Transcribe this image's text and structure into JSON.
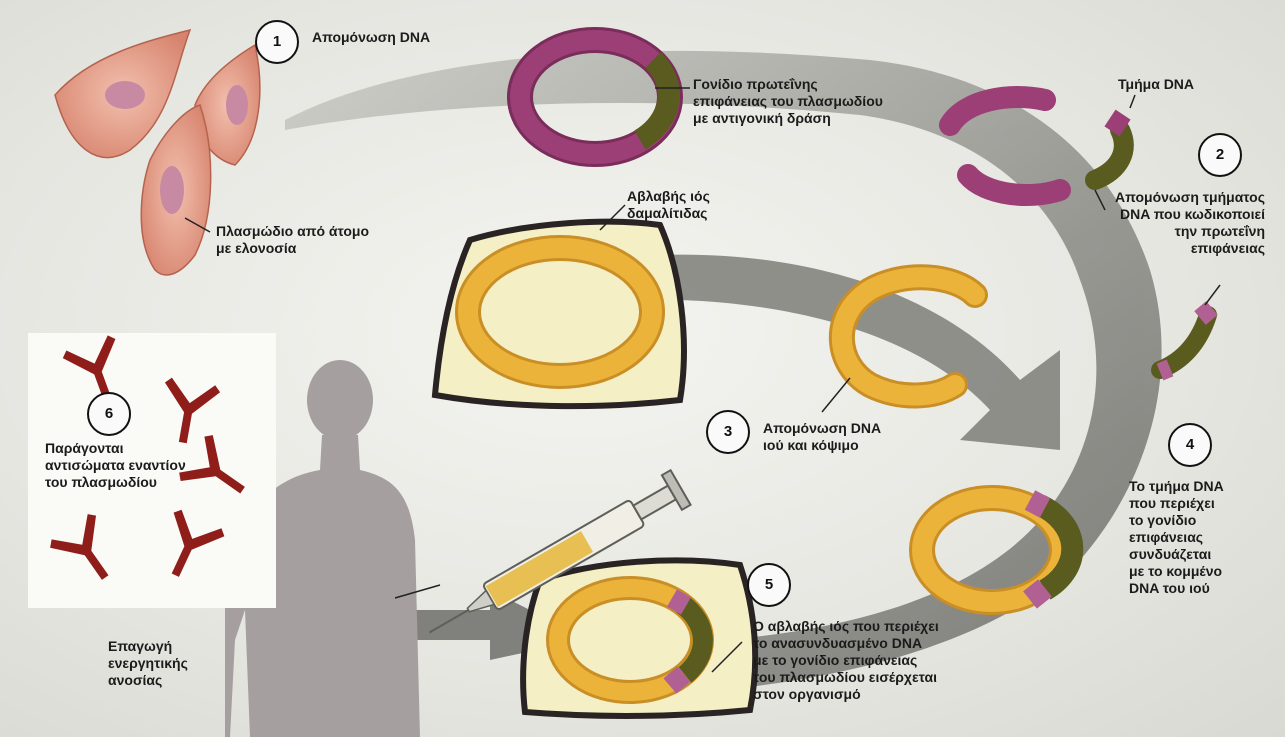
{
  "steps": [
    {
      "number": "1",
      "label": "Απομόνωση DNA"
    },
    {
      "number": "2",
      "label": "Απομόνωση τμήματος\nDNA που κωδικοποιεί\nτην πρωτεΐνη\nεπιφάνειας"
    },
    {
      "number": "3",
      "label": "Απομόνωση DNA\nιού και κόψιμο"
    },
    {
      "number": "4",
      "label": "Το τμήμα DNA\nπου περιέχει\nτο γονίδιο\nεπιφάνειας\nσυνδυάζεται\nμε το κομμένο\nDNA του ιού"
    },
    {
      "number": "5",
      "label": "Ο αβλαβής ιός που περιέχει\nτο ανασυνδυασμένο DNA\nμε το γονίδιο επιφάνειας\nτου πλασμωδίου εισέρχεται\nστον οργανισμό"
    },
    {
      "number": "6",
      "label": "Παράγονται\nαντισώματα εναντίον\nτου πλασμωδίου"
    }
  ],
  "labels": {
    "plasmodium": "Πλασμώδιο από άτομο\nμε ελονοσία",
    "surface_gene": "Γονίδιο πρωτεΐνης\nεπιφάνειας του πλασμωδίου\nμε αντιγονική δράση",
    "dna_segment": "Τμήμα DNA",
    "harmless_virus": "Αβλαβής ιός\nδαμαλίτιδας",
    "active_immunity": "Επαγωγή\nενεργητικής\nανοσίας"
  },
  "colors": {
    "plasmid_magenta": "#9b3f76",
    "gene_green": "#5a5c1f",
    "virus_gold": "#ecb33a",
    "virus_cell_fill": "#f4efc4",
    "antibody_red": "#8f1d19",
    "arrow_gray": "#8d8d88",
    "cell_pink": "#e19a85",
    "human_gray": "#a59f9f"
  }
}
